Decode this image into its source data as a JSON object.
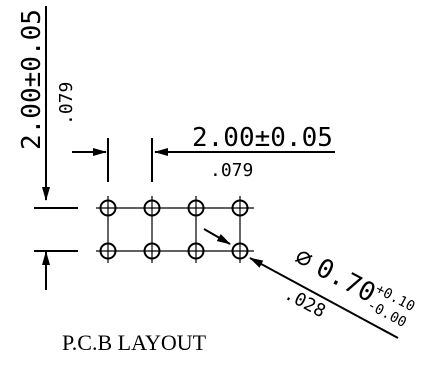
{
  "diagram": {
    "vertical_pitch": {
      "value": "2.00±0.05",
      "inch": ".079"
    },
    "horizontal_pitch": {
      "value": "2.00±0.05",
      "inch": ".079"
    },
    "hole_diameter": {
      "symbol": "∅",
      "value": "0.70",
      "tol_plus": "+0.10",
      "tol_minus": "-0.00",
      "inch": ".028"
    },
    "grid": {
      "rows": 2,
      "cols": 4
    },
    "title": "P.C.B LAYOUT"
  }
}
